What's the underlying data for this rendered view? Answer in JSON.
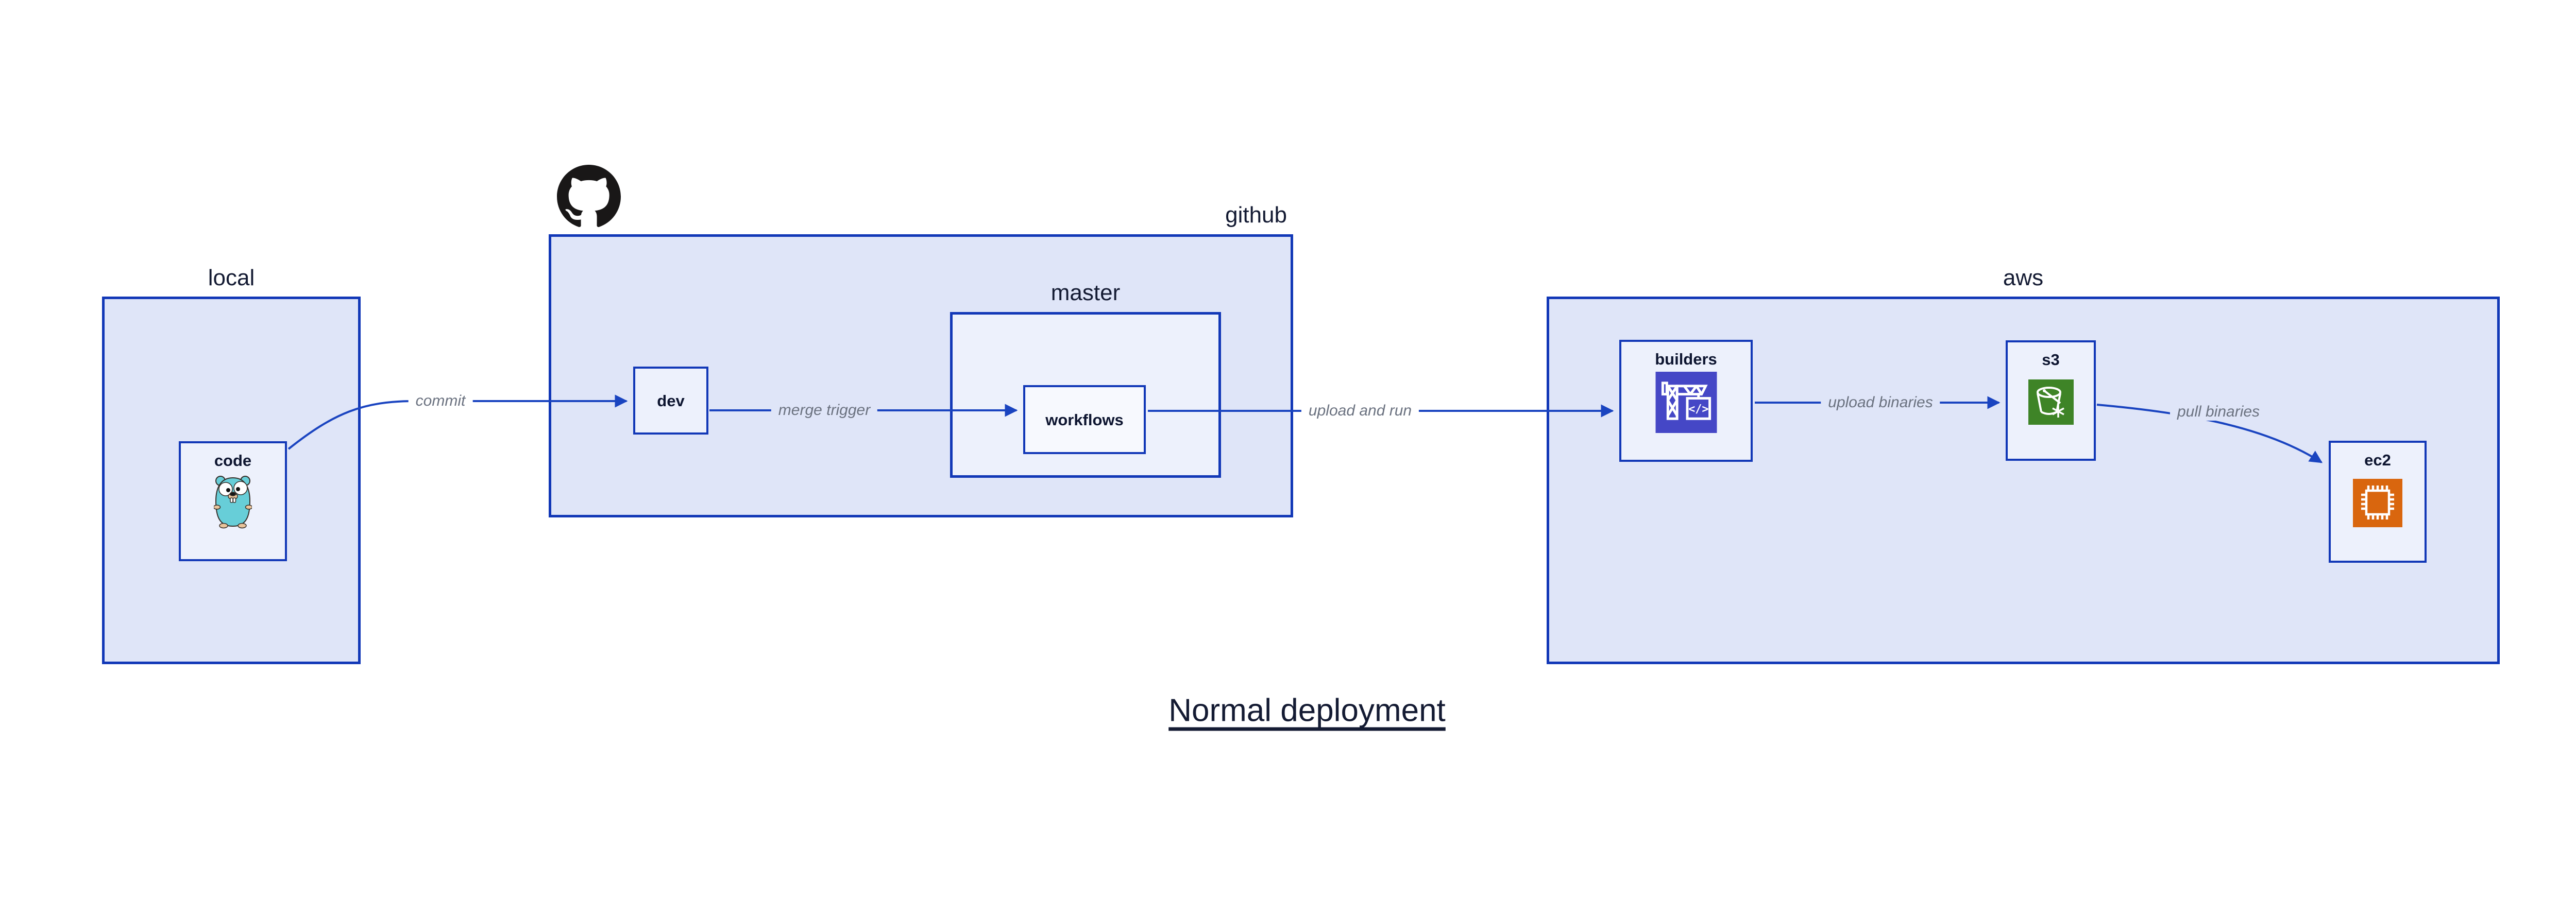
{
  "colors": {
    "stroke": "#1238b7",
    "edge-stroke": "#1a44c0",
    "fill-l1": "#dfe5f8",
    "fill-l2": "#edf1fc",
    "fill-l3": "#f7f9fe",
    "text-dark": "#141b33",
    "node-label": "#0d1530",
    "edge-label": "#6b7280",
    "builders-bg": "#4547c6",
    "s3-bg": "#3e8427",
    "ec2-bg": "#d9660e",
    "octocat": "#191717",
    "gopher-body": "#67ced8",
    "gopher-skin": "#e9c49b",
    "gopher-outline": "#352e28"
  },
  "title": {
    "text": "Normal deployment"
  },
  "containers": {
    "local": {
      "label": "local"
    },
    "github": {
      "label": "github"
    },
    "master": {
      "label": "master"
    },
    "aws": {
      "label": "aws"
    }
  },
  "nodes": {
    "code": {
      "label": "code",
      "icon": "go-gopher-icon"
    },
    "dev": {
      "label": "dev"
    },
    "workflows": {
      "label": "workflows"
    },
    "builders": {
      "label": "builders",
      "icon": "codebuild-crane-icon",
      "icon_text": "</>"
    },
    "s3": {
      "label": "s3",
      "icon": "s3-bucket-snowflake-icon"
    },
    "ec2": {
      "label": "ec2",
      "icon": "ec2-chip-icon"
    }
  },
  "edges": {
    "commit": {
      "label": "commit"
    },
    "merge_trigger": {
      "label": "merge trigger"
    },
    "upload_and_run": {
      "label": "upload and run"
    },
    "upload_binaries": {
      "label": "upload binaries"
    },
    "pull_binaries": {
      "label": "pull binaries"
    }
  },
  "logos": {
    "github_mark": "octocat-icon"
  }
}
